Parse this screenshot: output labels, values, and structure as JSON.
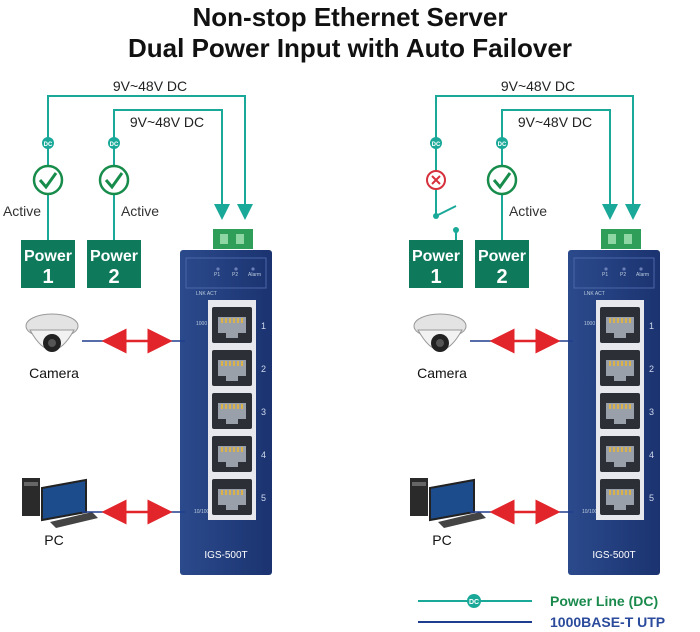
{
  "title_line1": "Non-stop Ethernet Server",
  "title_line2": "Dual Power Input with Auto Failover",
  "colors": {
    "dc_line": "#1aa999",
    "utp_line": "#1f3d8e",
    "power_box": "#0e7a5b",
    "switch_body": "#1f3a78",
    "check": "#178c4b",
    "fail": "#d6313c",
    "arrow": "#e2242b",
    "legend_dc": "#1a8a4c",
    "legend_utp": "#2a4a9c"
  },
  "left": {
    "dc_label_outer": "9V~48V DC",
    "dc_label_inner": "9V~48V DC",
    "dc_badge": "DC",
    "status_1": "Active",
    "status_2": "Active",
    "power_1_word": "Power",
    "power_1_num": "1",
    "power_2_word": "Power",
    "power_2_num": "2",
    "camera_label": "Camera",
    "pc_label": "PC",
    "switch_model": "IGS-500T",
    "ports": [
      "1",
      "2",
      "3",
      "4",
      "5"
    ],
    "led_labels": [
      "P1",
      "P2",
      "Alarm"
    ],
    "link_act": "LNK ACT",
    "speed_top": "1000",
    "speed_bottom": "10/100"
  },
  "right": {
    "dc_label_outer": "9V~48V DC",
    "dc_label_inner": "9V~48V DC",
    "dc_badge": "DC",
    "status_2": "Active",
    "power_1_word": "Power",
    "power_1_num": "1",
    "power_2_word": "Power",
    "power_2_num": "2",
    "camera_label": "Camera",
    "pc_label": "PC",
    "switch_model": "IGS-500T",
    "ports": [
      "1",
      "2",
      "3",
      "4",
      "5"
    ],
    "led_labels": [
      "P1",
      "P2",
      "Alarm"
    ],
    "link_act": "LNK ACT",
    "speed_top": "1000",
    "speed_bottom": "10/100"
  },
  "legend": {
    "dc_badge": "DC",
    "power_line": "Power Line (DC)",
    "utp": "1000BASE-T UTP"
  }
}
